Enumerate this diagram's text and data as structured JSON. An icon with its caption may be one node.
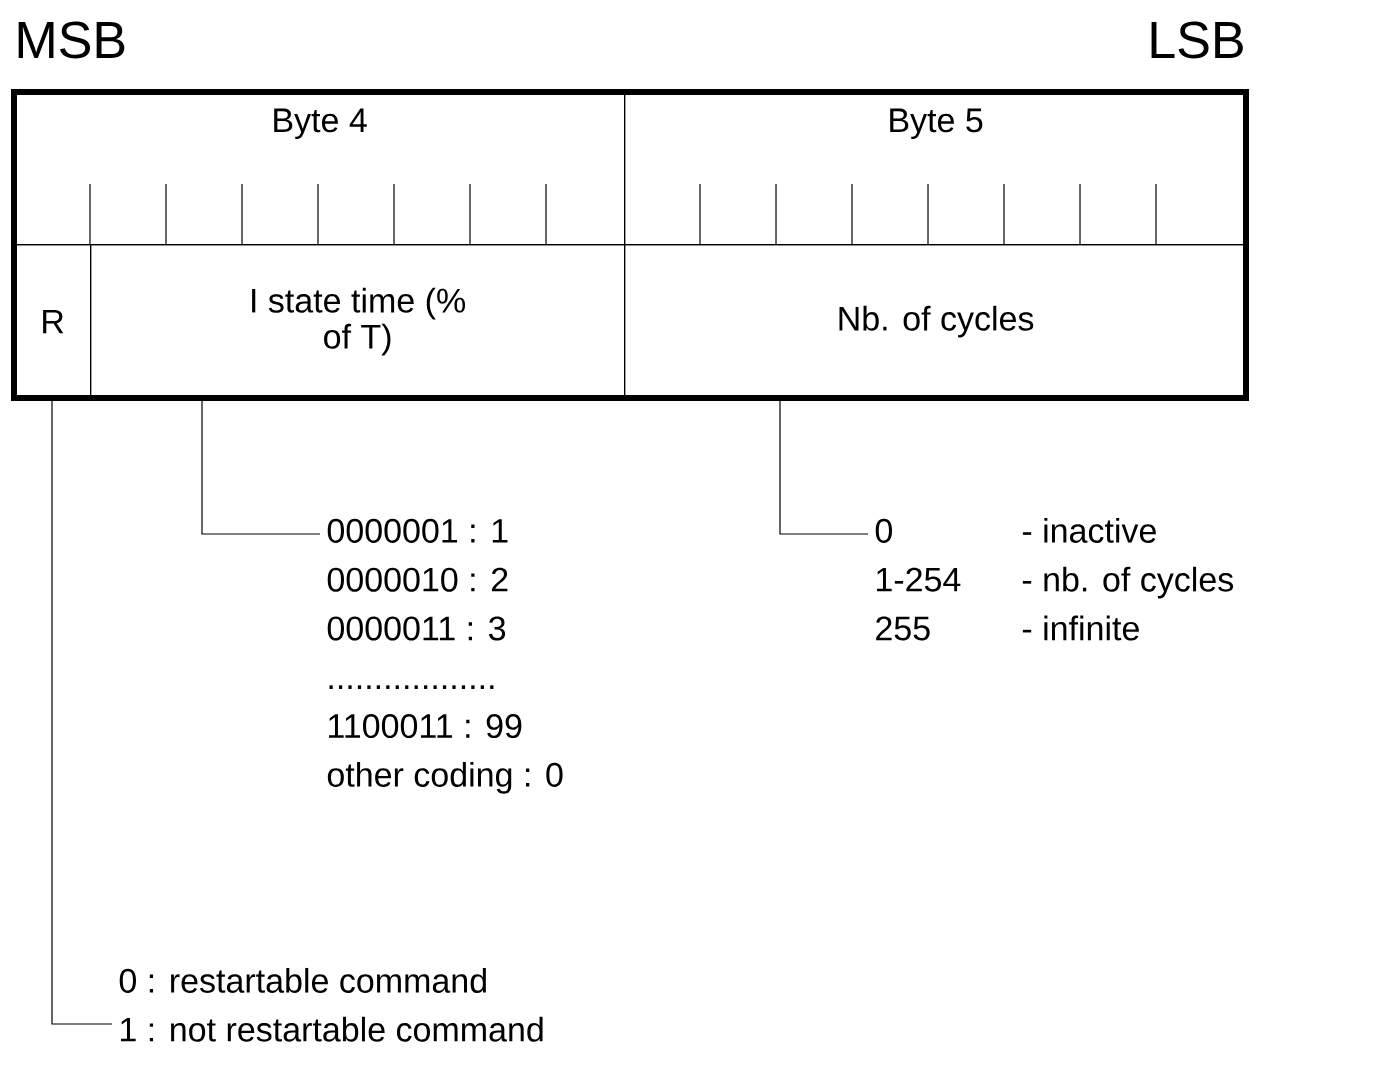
{
  "diagram": {
    "nodes": [
      {
        "text": [
          "Byte 4"
        ]
      },
      {
        "text": [
          "Byte 5"
        ]
      },
      {
        "text": [
          "R"
        ]
      },
      {
        "text": [
          "I state time (% of T)"
        ]
      },
      {
        "text": [
          "Nb. of cycles"
        ]
      },
      {
        "text": [
          "0000001 :  1",
          "0000010 :  2",
          "0000011 :  3",
          "..................",
          "1100011 : 99",
          "other coding : 0"
        ]
      },
      {
        "text": [
          "0",
          "- inactive",
          "1-254",
          "- nb. of cycles",
          "255",
          "- infinite"
        ]
      },
      {
        "text": [
          "0 :  restartable command",
          "1 :  not restartable command"
        ]
      }
    ],
    "edges": [
      {
        "from": 2,
        "to": 7,
        "arrow": "none"
      },
      {
        "from": 3,
        "to": 5,
        "arrow": "none"
      },
      {
        "from": 4,
        "to": 6,
        "arrow": "none"
      }
    ],
    "labels": [
      "MSB",
      "LSB"
    ]
  }
}
